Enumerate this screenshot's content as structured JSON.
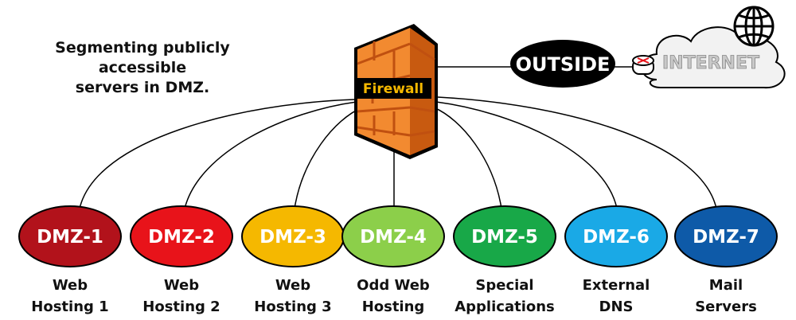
{
  "caption": {
    "line1": "Segmenting publicly accessible",
    "line2": "servers in DMZ."
  },
  "firewall": {
    "label": "Firewall"
  },
  "outside": {
    "label": "OUTSIDE"
  },
  "internet": {
    "label": "INTERNET"
  },
  "zones": [
    {
      "id": "DMZ-1",
      "line1": "Web",
      "line2": "Hosting 1",
      "color": "#b2121b"
    },
    {
      "id": "DMZ-2",
      "line1": "Web",
      "line2": "Hosting 2",
      "color": "#e8131a"
    },
    {
      "id": "DMZ-3",
      "line1": "Web",
      "line2": "Hosting 3",
      "color": "#f5b800"
    },
    {
      "id": "DMZ-4",
      "line1": "Odd Web",
      "line2": "Hosting",
      "color": "#8ccf4a"
    },
    {
      "id": "DMZ-5",
      "line1": "Special",
      "line2": "Applications",
      "color": "#18a848"
    },
    {
      "id": "DMZ-6",
      "line1": "External",
      "line2": "DNS",
      "color": "#1aa9e6"
    },
    {
      "id": "DMZ-7",
      "line1": "Mail",
      "line2": "Servers",
      "color": "#0e5aa8"
    }
  ],
  "colors": {
    "firewall": "#f28a30",
    "firewall_dark": "#c85a10",
    "outside": "#000000",
    "cloud": "#f2f2f2"
  }
}
